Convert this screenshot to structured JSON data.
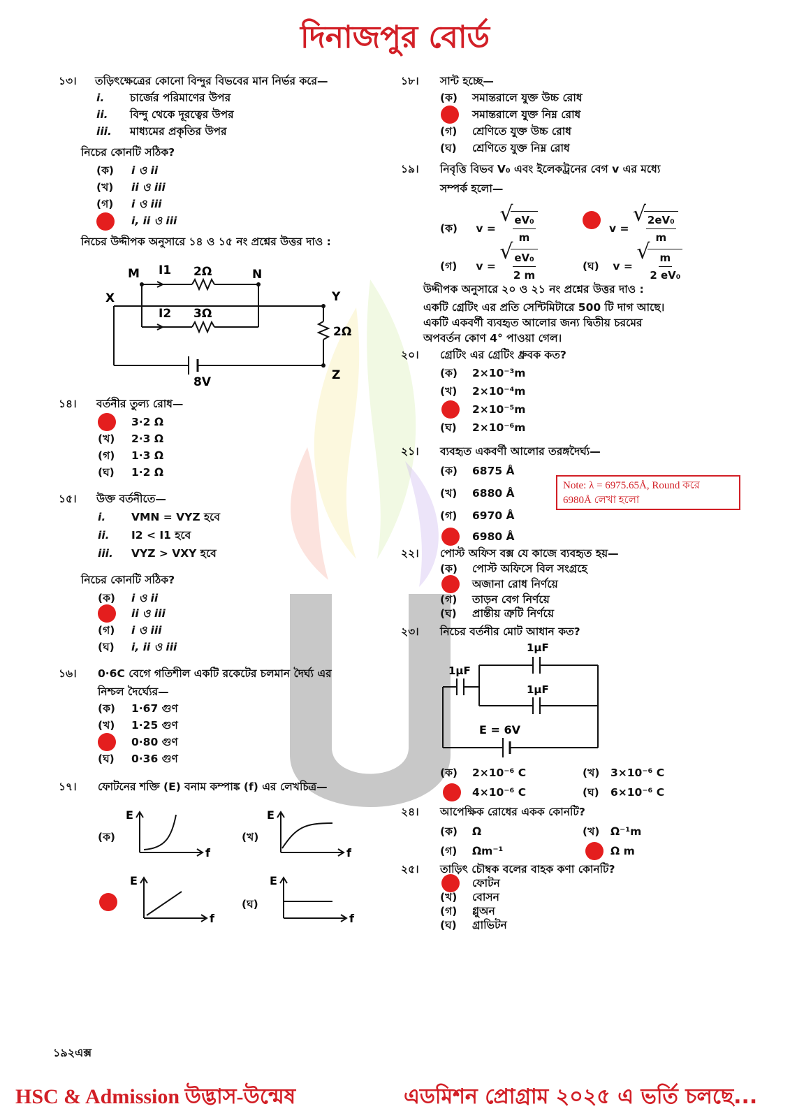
{
  "title": "দিনাজপুর বোর্ড",
  "colors": {
    "accent": "#d21f26",
    "answer_dot": "#e41e1e"
  },
  "left": {
    "q13": {
      "num": "১৩।",
      "text": "তড়িৎক্ষেত্রের কোনো বিন্দুর বিভবের মান নির্ভর করে—",
      "items": [
        [
          "i.",
          "চার্জের পরিমাণের উপর"
        ],
        [
          "ii.",
          "বিন্দু থেকে দূরত্বের উপর"
        ],
        [
          "iii.",
          "মাধ্যমের প্রকৃতির উপর"
        ]
      ],
      "prompt": "নিচের কোনটি সঠিক?",
      "options": [
        [
          "(ক)",
          "i ও ii"
        ],
        [
          "(খ)",
          "ii ও iii"
        ],
        [
          "(গ)",
          "i ও iii"
        ],
        [
          "",
          "i, ii ও iii"
        ]
      ]
    },
    "stem14_15": "নিচের উদ্দীপক অনুসারে ১৪ ও ১৫ নং প্রশ্নের উত্তর দাও :",
    "circuit1": {
      "M": "M",
      "N": "N",
      "X": "X",
      "Y": "Y",
      "Z": "Z",
      "I1": "I1",
      "I2": "I2",
      "r1": "2Ω",
      "r2": "3Ω",
      "r3": "2Ω",
      "battery": "8V"
    },
    "q14": {
      "num": "১৪।",
      "text": "বর্তনীর তুল্য রোধ—",
      "options": [
        [
          "",
          "3·2 Ω"
        ],
        [
          "(খ)",
          "2·3 Ω"
        ],
        [
          "(গ)",
          "1·3 Ω"
        ],
        [
          "(ঘ)",
          "1·2 Ω"
        ]
      ]
    },
    "q15": {
      "num": "১৫।",
      "text": "উক্ত বর্তনীতে—",
      "items": [
        [
          "i.",
          "VMN = VYZ হবে"
        ],
        [
          "ii.",
          "I2 < I1 হবে"
        ],
        [
          "iii.",
          "VYZ > VXY হবে"
        ]
      ],
      "prompt": "নিচের কোনটি সঠিক?",
      "options": [
        [
          "(ক)",
          "i ও ii"
        ],
        [
          "",
          "ii ও iii"
        ],
        [
          "(গ)",
          "i ও iii"
        ],
        [
          "(ঘ)",
          "i, ii ও iii"
        ]
      ]
    },
    "q16": {
      "num": "১৬।",
      "text": "0·6C বেগে গতিশীল একটি রকেটের চলমান দৈর্ঘ্য এর",
      "text2": "নিশ্চল দৈর্ঘ্যের—",
      "options": [
        [
          "(ক)",
          "1·67 গুণ"
        ],
        [
          "(খ)",
          "1·25 গুণ"
        ],
        [
          "",
          "0·80 গুণ"
        ],
        [
          "(ঘ)",
          "0·36 গুণ"
        ]
      ]
    },
    "q17": {
      "num": "১৭।",
      "text": "ফোটনের শক্তি (E) বনাম কম্পাঙ্ক (f) এর লেখচিত্র—",
      "labels": {
        "a": "(ক)",
        "b": "(খ)",
        "d": "(ঘ)",
        "E": "E",
        "f": "f"
      }
    }
  },
  "right": {
    "q18": {
      "num": "১৮।",
      "text": "সান্ট হচ্ছে—",
      "options": [
        [
          "(ক)",
          "সমান্তরালে যুক্ত উচ্চ রোধ"
        ],
        [
          "",
          "সমান্তরালে যুক্ত নিম্ন রোধ"
        ],
        [
          "(গ)",
          "শ্রেণিতে যুক্ত উচ্চ রোধ"
        ],
        [
          "(ঘ)",
          "শ্রেণিতে যুক্ত নিম্ন রোধ"
        ]
      ]
    },
    "q19": {
      "num": "১৯।",
      "text": "নিবৃত্তি বিভব V₀ এবং ইলেকট্রনের বেগ v এর মধ্যে",
      "text2": "সম্পর্ক হলো—",
      "options": [
        [
          "(ক)",
          "eV₀",
          "m"
        ],
        [
          "",
          "2eV₀",
          "m"
        ],
        [
          "(গ)",
          "eV₀",
          "2 m"
        ],
        [
          "(ঘ)",
          "m",
          "2 eV₀"
        ]
      ],
      "v": "v ="
    },
    "stem20_21": "উদ্দীপক অনুসারে ২০ ও ২১ নং প্রশ্নের উত্তর দাও :",
    "stem_body": [
      "একটি গ্রেটিং এর প্রতি সেন্টিমিটারে 500 টি দাগ আছে।",
      "একটি একবর্ণী ব্যবহৃত আলোর জন্য দ্বিতীয় চরমের",
      "অপবর্তন কোণ 4° পাওয়া গেল।"
    ],
    "q20": {
      "num": "২০।",
      "text": "গ্রেটিং এর গ্রেটিং ধ্রুবক কত?",
      "options": [
        [
          "(ক)",
          "2×10⁻³m"
        ],
        [
          "(খ)",
          "2×10⁻⁴m"
        ],
        [
          "",
          "2×10⁻⁵m"
        ],
        [
          "(ঘ)",
          "2×10⁻⁶m"
        ]
      ]
    },
    "q21": {
      "num": "২১।",
      "text": "ব্যবহৃত একবর্ণী আলোর তরঙ্গদৈর্ঘ্য—",
      "options": [
        [
          "(ক)",
          "6875 Å"
        ],
        [
          "(খ)",
          "6880 Å"
        ],
        [
          "(গ)",
          "6970 Å"
        ],
        [
          "",
          "6980 Å"
        ]
      ]
    },
    "note": {
      "line1": "Note: λ = 6975.65Å, Round করে",
      "line2": "6980Å লেখা হলো"
    },
    "q22": {
      "num": "২২।",
      "text": "পোস্ট অফিস বক্স যে কাজে ব্যবহৃত হয়—",
      "options": [
        [
          "(ক)",
          "পোস্ট অফিসে বিল সংগ্রহে"
        ],
        [
          "",
          "অজানা রোধ নির্ণয়ে"
        ],
        [
          "(গ)",
          "তাড়ন বেগ নির্ণয়ে"
        ],
        [
          "(ঘ)",
          "প্রান্তীয় ত্রুটি নির্ণয়ে"
        ]
      ]
    },
    "q23": {
      "num": "২৩।",
      "text": "নিচের বর্তনীর মোট আধান কত?",
      "circuit": {
        "c1": "1μF",
        "c2": "1μF",
        "c3": "1μF",
        "emf": "E = 6V"
      },
      "options": [
        [
          "(ক)",
          "2×10⁻⁶ C"
        ],
        [
          "(খ)",
          "3×10⁻⁶ C"
        ],
        [
          "",
          "4×10⁻⁶ C"
        ],
        [
          "(ঘ)",
          "6×10⁻⁶ C"
        ]
      ]
    },
    "q24": {
      "num": "২৪।",
      "text": "আপেক্ষিক রোধের একক কোনটি?",
      "options": [
        [
          "(ক)",
          "Ω"
        ],
        [
          "(খ)",
          "Ω⁻¹m"
        ],
        [
          "(গ)",
          "Ωm⁻¹"
        ],
        [
          "",
          "Ω m"
        ]
      ]
    },
    "q25": {
      "num": "২৫।",
      "text": "তাড়িৎ চৌম্বক বলের বাহক কণা কোনটি?",
      "options": [
        [
          "",
          "ফোটন"
        ],
        [
          "(খ)",
          "বোসন"
        ],
        [
          "(গ)",
          "গ্লুঅন"
        ],
        [
          "(ঘ)",
          "গ্রাভিটন"
        ]
      ]
    }
  },
  "page_code": "১৯২এক্স",
  "footer": {
    "left": "HSC & Admission উদ্ভাস-উন্মেষ",
    "right": "এডমিশন প্রোগ্রাম ২০২৫ এ ভর্তি চলছে..."
  }
}
